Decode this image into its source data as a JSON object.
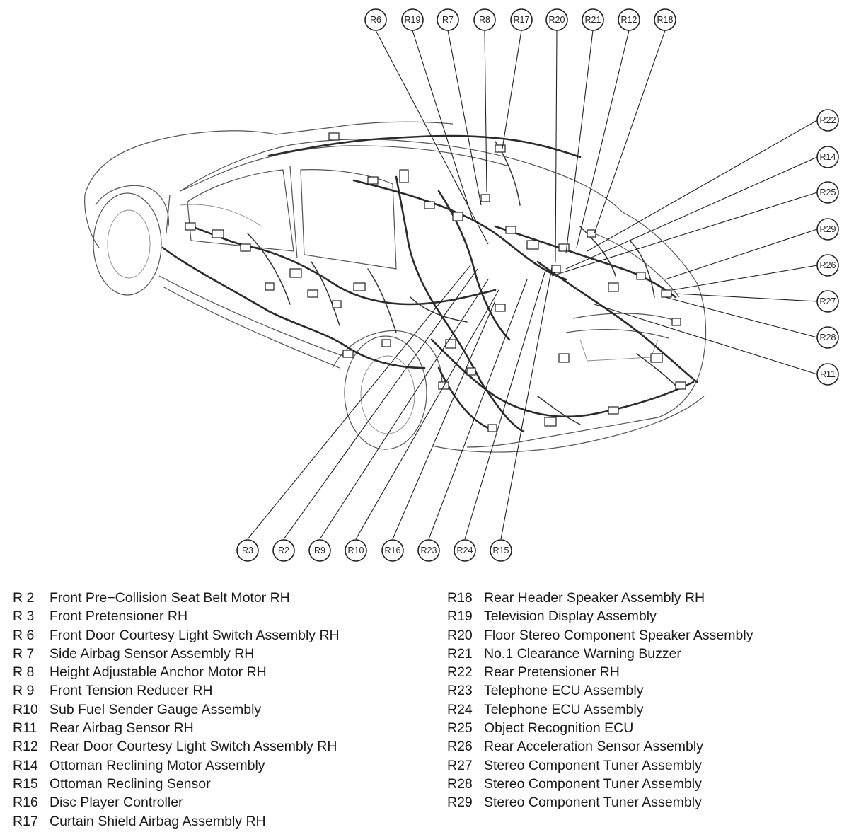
{
  "diagram": {
    "callouts": [
      {
        "id": "R6",
        "label": "R6"
      },
      {
        "id": "R19",
        "label": "R19"
      },
      {
        "id": "R7",
        "label": "R7"
      },
      {
        "id": "R8",
        "label": "R8"
      },
      {
        "id": "R17",
        "label": "R17"
      },
      {
        "id": "R20",
        "label": "R20"
      },
      {
        "id": "R21",
        "label": "R21"
      },
      {
        "id": "R12",
        "label": "R12"
      },
      {
        "id": "R18",
        "label": "R18"
      },
      {
        "id": "R22",
        "label": "R22"
      },
      {
        "id": "R14",
        "label": "R14"
      },
      {
        "id": "R25",
        "label": "R25"
      },
      {
        "id": "R29",
        "label": "R29"
      },
      {
        "id": "R26",
        "label": "R26"
      },
      {
        "id": "R27",
        "label": "R27"
      },
      {
        "id": "R28",
        "label": "R28"
      },
      {
        "id": "R11",
        "label": "R11"
      },
      {
        "id": "R3",
        "label": "R3"
      },
      {
        "id": "R2",
        "label": "R2"
      },
      {
        "id": "R9",
        "label": "R9"
      },
      {
        "id": "R10",
        "label": "R10"
      },
      {
        "id": "R16",
        "label": "R16"
      },
      {
        "id": "R23",
        "label": "R23"
      },
      {
        "id": "R24",
        "label": "R24"
      },
      {
        "id": "R15",
        "label": "R15"
      }
    ]
  },
  "legend": {
    "left": [
      {
        "code": "R 2",
        "desc": "Front Pre−Collision Seat Belt Motor RH"
      },
      {
        "code": "R 3",
        "desc": "Front Pretensioner RH"
      },
      {
        "code": "R 6",
        "desc": "Front Door Courtesy Light Switch Assembly RH"
      },
      {
        "code": "R 7",
        "desc": "Side Airbag Sensor Assembly RH"
      },
      {
        "code": "R 8",
        "desc": "Height Adjustable Anchor Motor RH"
      },
      {
        "code": "R 9",
        "desc": "Front Tension Reducer RH"
      },
      {
        "code": "R10",
        "desc": "Sub Fuel Sender Gauge Assembly"
      },
      {
        "code": "R11",
        "desc": "Rear Airbag Sensor RH"
      },
      {
        "code": "R12",
        "desc": "Rear Door Courtesy Light Switch Assembly RH"
      },
      {
        "code": "R14",
        "desc": "Ottoman Reclining Motor Assembly"
      },
      {
        "code": "R15",
        "desc": "Ottoman Reclining Sensor"
      },
      {
        "code": "R16",
        "desc": "Disc Player Controller"
      },
      {
        "code": "R17",
        "desc": "Curtain Shield Airbag Assembly RH"
      }
    ],
    "right": [
      {
        "code": "R18",
        "desc": "Rear Header Speaker Assembly RH"
      },
      {
        "code": "R19",
        "desc": "Television Display Assembly"
      },
      {
        "code": "R20",
        "desc": "Floor Stereo Component Speaker Assembly"
      },
      {
        "code": "R21",
        "desc": "No.1 Clearance Warning Buzzer"
      },
      {
        "code": "R22",
        "desc": "Rear Pretensioner RH"
      },
      {
        "code": "R23",
        "desc": "Telephone ECU Assembly"
      },
      {
        "code": "R24",
        "desc": "Telephone ECU Assembly"
      },
      {
        "code": "R25",
        "desc": "Object Recognition ECU"
      },
      {
        "code": "R26",
        "desc": "Rear Acceleration Sensor Assembly"
      },
      {
        "code": "R27",
        "desc": "Stereo Component Tuner Assembly"
      },
      {
        "code": "R28",
        "desc": "Stereo Component Tuner Assembly"
      },
      {
        "code": "R29",
        "desc": "Stereo Component Tuner Assembly"
      }
    ]
  }
}
